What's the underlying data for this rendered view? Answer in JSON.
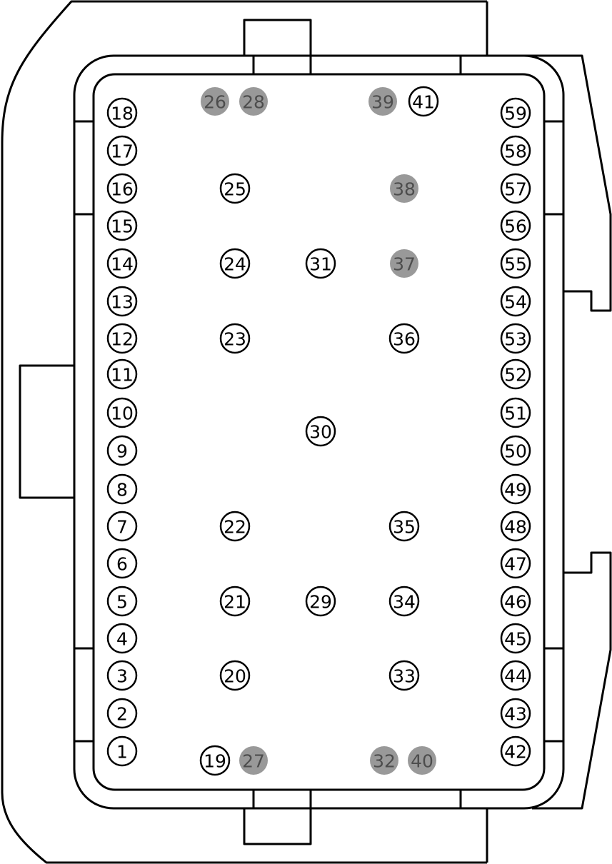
{
  "colors": {
    "open_stroke": "#000000",
    "open_fill": "#ffffff",
    "open_text": "#000000",
    "filled_fill": "#999999",
    "filled_text": "#4d4d4d",
    "housing_stroke": "#000000"
  },
  "pins": [
    {
      "label": "1",
      "filled": false
    },
    {
      "label": "2",
      "filled": false
    },
    {
      "label": "3",
      "filled": false
    },
    {
      "label": "4",
      "filled": false
    },
    {
      "label": "5",
      "filled": false
    },
    {
      "label": "6",
      "filled": false
    },
    {
      "label": "7",
      "filled": false
    },
    {
      "label": "8",
      "filled": false
    },
    {
      "label": "9",
      "filled": false
    },
    {
      "label": "10",
      "filled": false
    },
    {
      "label": "11",
      "filled": false
    },
    {
      "label": "12",
      "filled": false
    },
    {
      "label": "13",
      "filled": false
    },
    {
      "label": "14",
      "filled": false
    },
    {
      "label": "15",
      "filled": false
    },
    {
      "label": "16",
      "filled": false
    },
    {
      "label": "17",
      "filled": false
    },
    {
      "label": "18",
      "filled": false
    },
    {
      "label": "19",
      "filled": false
    },
    {
      "label": "20",
      "filled": false
    },
    {
      "label": "21",
      "filled": false
    },
    {
      "label": "22",
      "filled": false
    },
    {
      "label": "23",
      "filled": false
    },
    {
      "label": "24",
      "filled": false
    },
    {
      "label": "25",
      "filled": false
    },
    {
      "label": "26",
      "filled": true
    },
    {
      "label": "27",
      "filled": true
    },
    {
      "label": "28",
      "filled": true
    },
    {
      "label": "29",
      "filled": false
    },
    {
      "label": "30",
      "filled": false
    },
    {
      "label": "31",
      "filled": false
    },
    {
      "label": "32",
      "filled": true
    },
    {
      "label": "33",
      "filled": false
    },
    {
      "label": "34",
      "filled": false
    },
    {
      "label": "35",
      "filled": false
    },
    {
      "label": "36",
      "filled": false
    },
    {
      "label": "37",
      "filled": true
    },
    {
      "label": "38",
      "filled": true
    },
    {
      "label": "39",
      "filled": true
    },
    {
      "label": "40",
      "filled": true
    },
    {
      "label": "41",
      "filled": false
    },
    {
      "label": "42",
      "filled": false
    },
    {
      "label": "43",
      "filled": false
    },
    {
      "label": "44",
      "filled": false
    },
    {
      "label": "45",
      "filled": false
    },
    {
      "label": "46",
      "filled": false
    },
    {
      "label": "47",
      "filled": false
    },
    {
      "label": "48",
      "filled": false
    },
    {
      "label": "49",
      "filled": false
    },
    {
      "label": "50",
      "filled": false
    },
    {
      "label": "51",
      "filled": false
    },
    {
      "label": "52",
      "filled": false
    },
    {
      "label": "53",
      "filled": false
    },
    {
      "label": "54",
      "filled": false
    },
    {
      "label": "55",
      "filled": false
    },
    {
      "label": "56",
      "filled": false
    },
    {
      "label": "57",
      "filled": false
    },
    {
      "label": "58",
      "filled": false
    },
    {
      "label": "59",
      "filled": false
    }
  ]
}
